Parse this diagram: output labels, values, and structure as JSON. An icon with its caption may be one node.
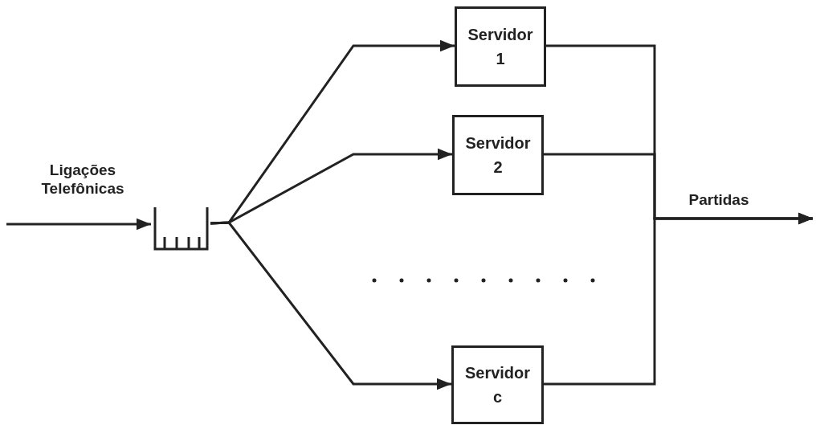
{
  "diagram": {
    "nodes": [
      {
        "text": [],
        "shape": "queue"
      },
      {
        "text": [
          "Servidor 1"
        ]
      },
      {
        "text": [
          "Servidor 2"
        ]
      },
      {
        "text": [
          "Servidor c"
        ]
      }
    ],
    "edges": [
      {
        "from": null,
        "to": 0,
        "arrow": "to",
        "label": "Ligações Telefônicas"
      },
      {
        "from": 0,
        "to": 1,
        "arrow": "to"
      },
      {
        "from": 0,
        "to": 2,
        "arrow": "to"
      },
      {
        "from": 0,
        "to": 3,
        "arrow": "to"
      },
      {
        "from": 1,
        "to": null,
        "arrow": "to",
        "label": "Partidas"
      },
      {
        "from": 2,
        "to": null,
        "arrow": "to"
      },
      {
        "from": 3,
        "to": null,
        "arrow": "to"
      }
    ]
  }
}
